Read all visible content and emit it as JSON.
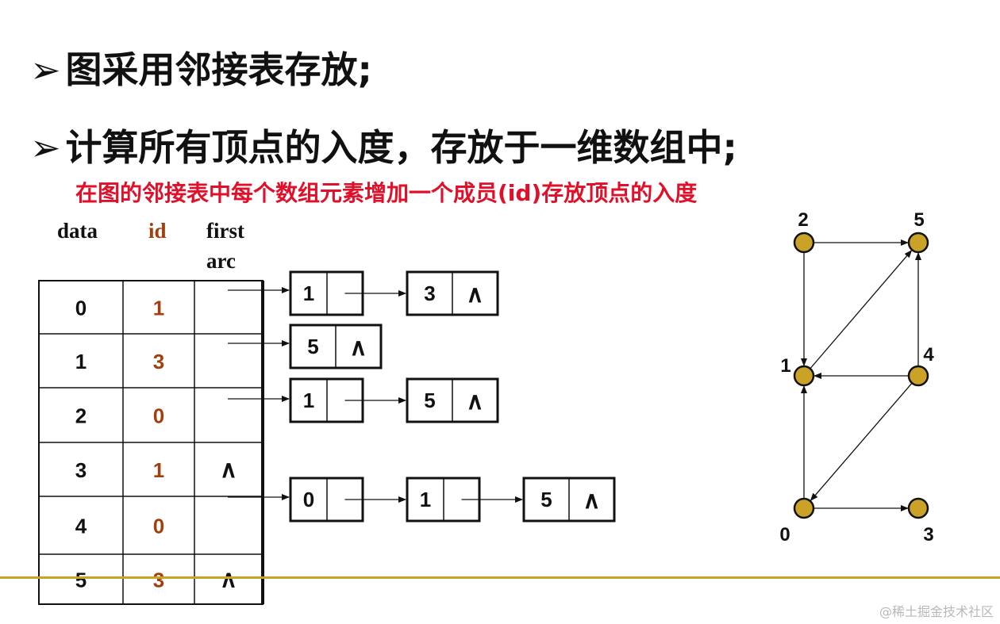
{
  "bullets": {
    "arrow": "➢",
    "line1": "图采用邻接表存放;",
    "line2": "计算所有顶点的入度，存放于一维数组中;"
  },
  "note": "在图的邻接表中每个数组元素增加一个成员(id)存放顶点的入度",
  "headers": {
    "data": "data",
    "id": "id",
    "first": "first",
    "arc": "arc"
  },
  "null_symbol": "∧",
  "table_rows": [
    {
      "data": "0",
      "id": "1",
      "firstarc": ""
    },
    {
      "data": "1",
      "id": "3",
      "firstarc": ""
    },
    {
      "data": "2",
      "id": "0",
      "firstarc": ""
    },
    {
      "data": "3",
      "id": "1",
      "firstarc": "∧"
    },
    {
      "data": "4",
      "id": "0",
      "firstarc": ""
    },
    {
      "data": "5",
      "id": "3",
      "firstarc": "∧"
    }
  ],
  "adjacency_lists": [
    {
      "vertex": "0",
      "nodes": [
        "1",
        "3"
      ]
    },
    {
      "vertex": "1",
      "nodes": [
        "5"
      ]
    },
    {
      "vertex": "2",
      "nodes": [
        "1",
        "5"
      ]
    },
    {
      "vertex": "4",
      "nodes": [
        "0",
        "1",
        "5"
      ]
    }
  ],
  "graph": {
    "vertex_labels": [
      "0",
      "1",
      "2",
      "3",
      "4",
      "5"
    ],
    "edges": [
      [
        "2",
        "5"
      ],
      [
        "2",
        "1"
      ],
      [
        "1",
        "5"
      ],
      [
        "4",
        "5"
      ],
      [
        "4",
        "1"
      ],
      [
        "4",
        "0"
      ],
      [
        "0",
        "1"
      ],
      [
        "0",
        "3"
      ]
    ],
    "vertex_color": "#c9a227"
  },
  "colors": {
    "note": "#e0102a",
    "id": "#a0400f",
    "footline": "#c9a227"
  },
  "watermark": "@稀土掘金技术社区"
}
